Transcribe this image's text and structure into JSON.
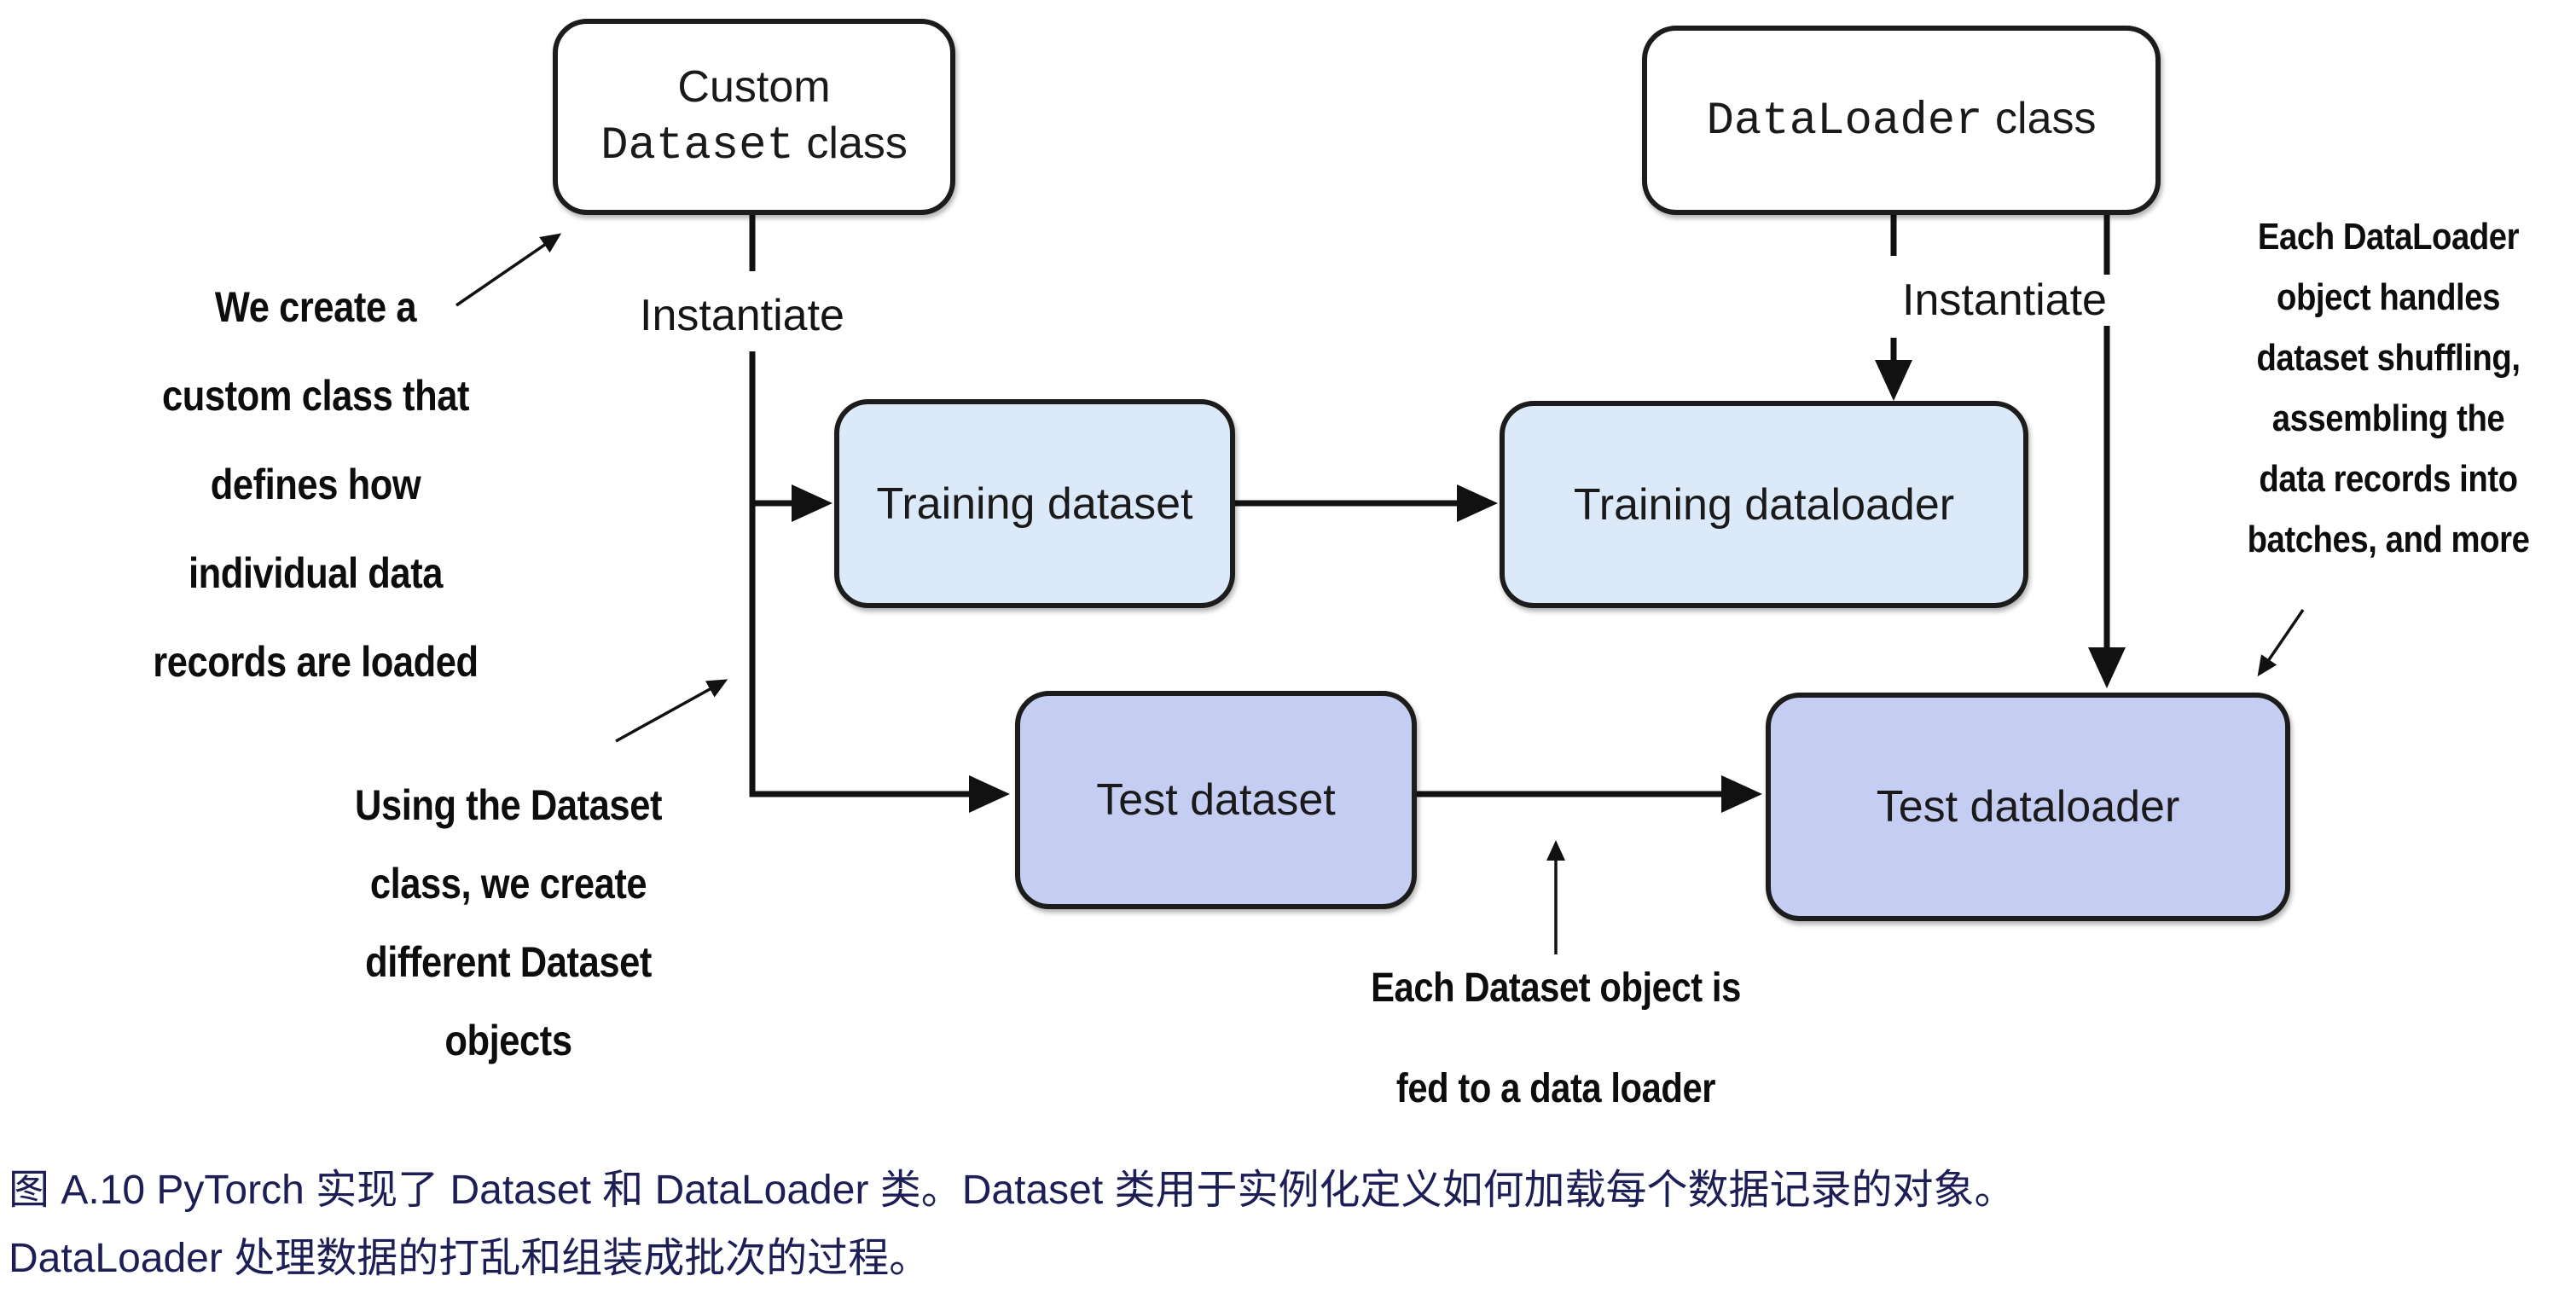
{
  "figure": {
    "nodes": {
      "custom_dataset_class": {
        "title_line": "Custom",
        "code": "Dataset",
        "rest": " class"
      },
      "dataloader_class": {
        "code": "DataLoader",
        "rest": " class"
      },
      "training_dataset": "Training dataset",
      "training_dataloader": "Training dataloader",
      "test_dataset": "Test dataset",
      "test_dataloader": "Test dataloader"
    },
    "edge_labels": {
      "instantiate_left": "Instantiate",
      "instantiate_right": "Instantiate"
    },
    "annotations": {
      "custom_class_note": [
        "We create a",
        "custom class that",
        "defines how",
        "individual data",
        "records are loaded"
      ],
      "dataset_objects_note": [
        "Using the Dataset",
        "class, we create",
        "different Dataset",
        "objects"
      ],
      "fed_to_loader_note": [
        "Each Dataset object is",
        "fed to a data loader"
      ],
      "dataloader_object_note": [
        "Each DataLoader",
        "object handles",
        "dataset shuffling,",
        "assembling the",
        "data records into",
        "batches, and more"
      ]
    },
    "colors": {
      "dataset_row_fill": "#dce9f8",
      "test_row_fill": "#c6cdf2",
      "box_border": "#1c1c1c",
      "arrow": "#111111",
      "caption_text": "#1e1e56"
    }
  },
  "caption": {
    "line1": "图 A.10 PyTorch 实现了 Dataset 和 DataLoader 类。Dataset 类用于实例化定义如何加载每个数据记录的对象。",
    "line2": "DataLoader 处理数据的打乱和组装成批次的过程。"
  }
}
